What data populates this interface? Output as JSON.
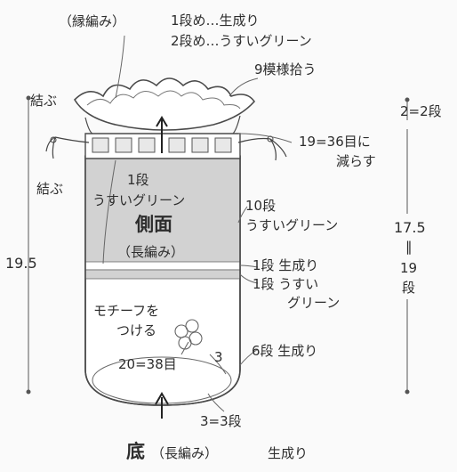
{
  "labels": {
    "edge": "（縁編み）",
    "edge_row1": "1段め…生成り",
    "edge_row2": "2段め…うすいグリーン",
    "pick_pattern": "9模様拾う",
    "tie_top": "結ぶ",
    "tie_side": "結ぶ",
    "right_top": "2=2段",
    "decrease_1": "19=36目に",
    "decrease_2": "減らす",
    "side_row1": "1段",
    "side_row1_color": "うすいグリーン",
    "side_title": "側面",
    "side_stitch": "（長編み）",
    "band_10": "10段",
    "band_10_color": "うすいグリーン",
    "left_height": "19.5",
    "right_height": "17.5",
    "right_eq": "‖",
    "right_rows_a": "19",
    "right_rows_b": "段",
    "stripe_a": "1段 生成り",
    "stripe_b1": "1段 うすい",
    "stripe_b2": "グリーン",
    "motif_1": "モチーフを",
    "motif_2": "つける",
    "lower_rows": "6段 生成り",
    "base_count": "20=38目",
    "base_three": "3",
    "base_rows": "3=3段",
    "bottom_title": "底",
    "bottom_stitch": "（長編み）",
    "bottom_color": "生成り"
  },
  "colors": {
    "line": "#4a4a4a",
    "light_green": "#d2d2d2",
    "cream": "#ffffff"
  }
}
